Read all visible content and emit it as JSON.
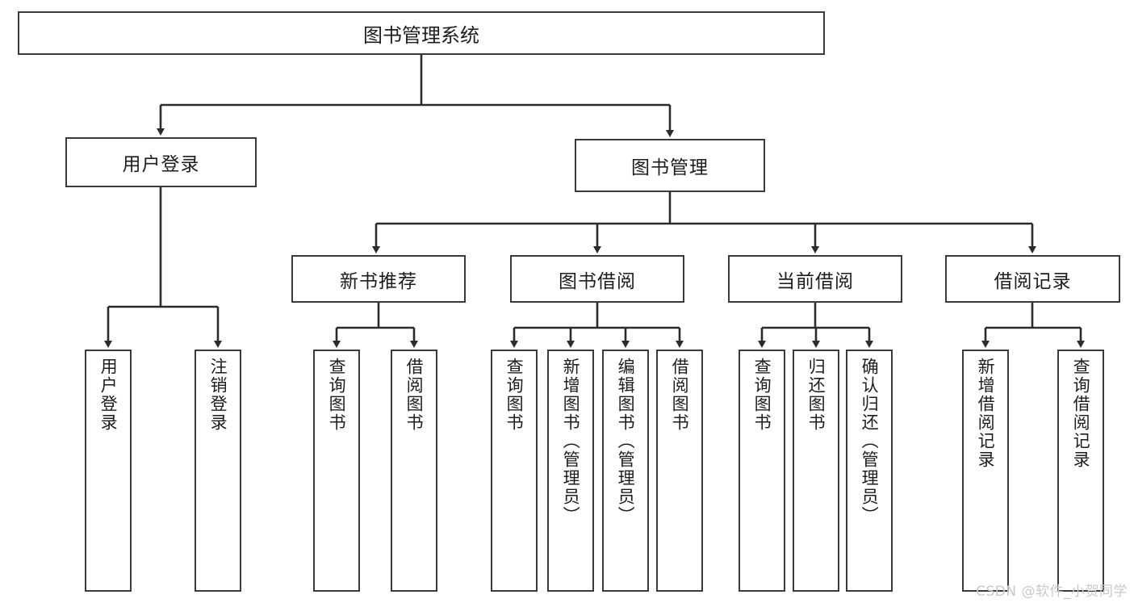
{
  "diagram": {
    "title": "图书管理系统",
    "type": "hierarchy-tree",
    "root": {
      "label": "图书管理系统"
    },
    "level2": [
      {
        "label": "用户登录"
      },
      {
        "label": "图书管理"
      }
    ],
    "level3": [
      {
        "label": "新书推荐"
      },
      {
        "label": "图书借阅"
      },
      {
        "label": "当前借阅"
      },
      {
        "label": "借阅记录"
      }
    ],
    "leaves": {
      "user_login": [
        {
          "label": "用户登录"
        },
        {
          "label": "注销登录"
        }
      ],
      "new_book_recommend": [
        {
          "label": "查询图书"
        },
        {
          "label": "借阅图书"
        }
      ],
      "book_borrow": [
        {
          "label": "查询图书"
        },
        {
          "label": "新增图书（管理员）"
        },
        {
          "label": "编辑图书（管理员）"
        },
        {
          "label": "借阅图书"
        }
      ],
      "current_borrow": [
        {
          "label": "查询图书"
        },
        {
          "label": "归还图书"
        },
        {
          "label": "确认归还（管理员）"
        }
      ],
      "borrow_record": [
        {
          "label": "新增借阅记录"
        },
        {
          "label": "查询借阅记录"
        }
      ]
    }
  },
  "watermark": {
    "text": "CSDN @软件_小贺同学"
  },
  "colors": {
    "box_border": "#3a3a3a",
    "box_fill": "#ffffff",
    "text": "#1d1d1d",
    "connector": "#2b2b2b",
    "watermark": "#c9c9c9",
    "background": "#ffffff"
  }
}
